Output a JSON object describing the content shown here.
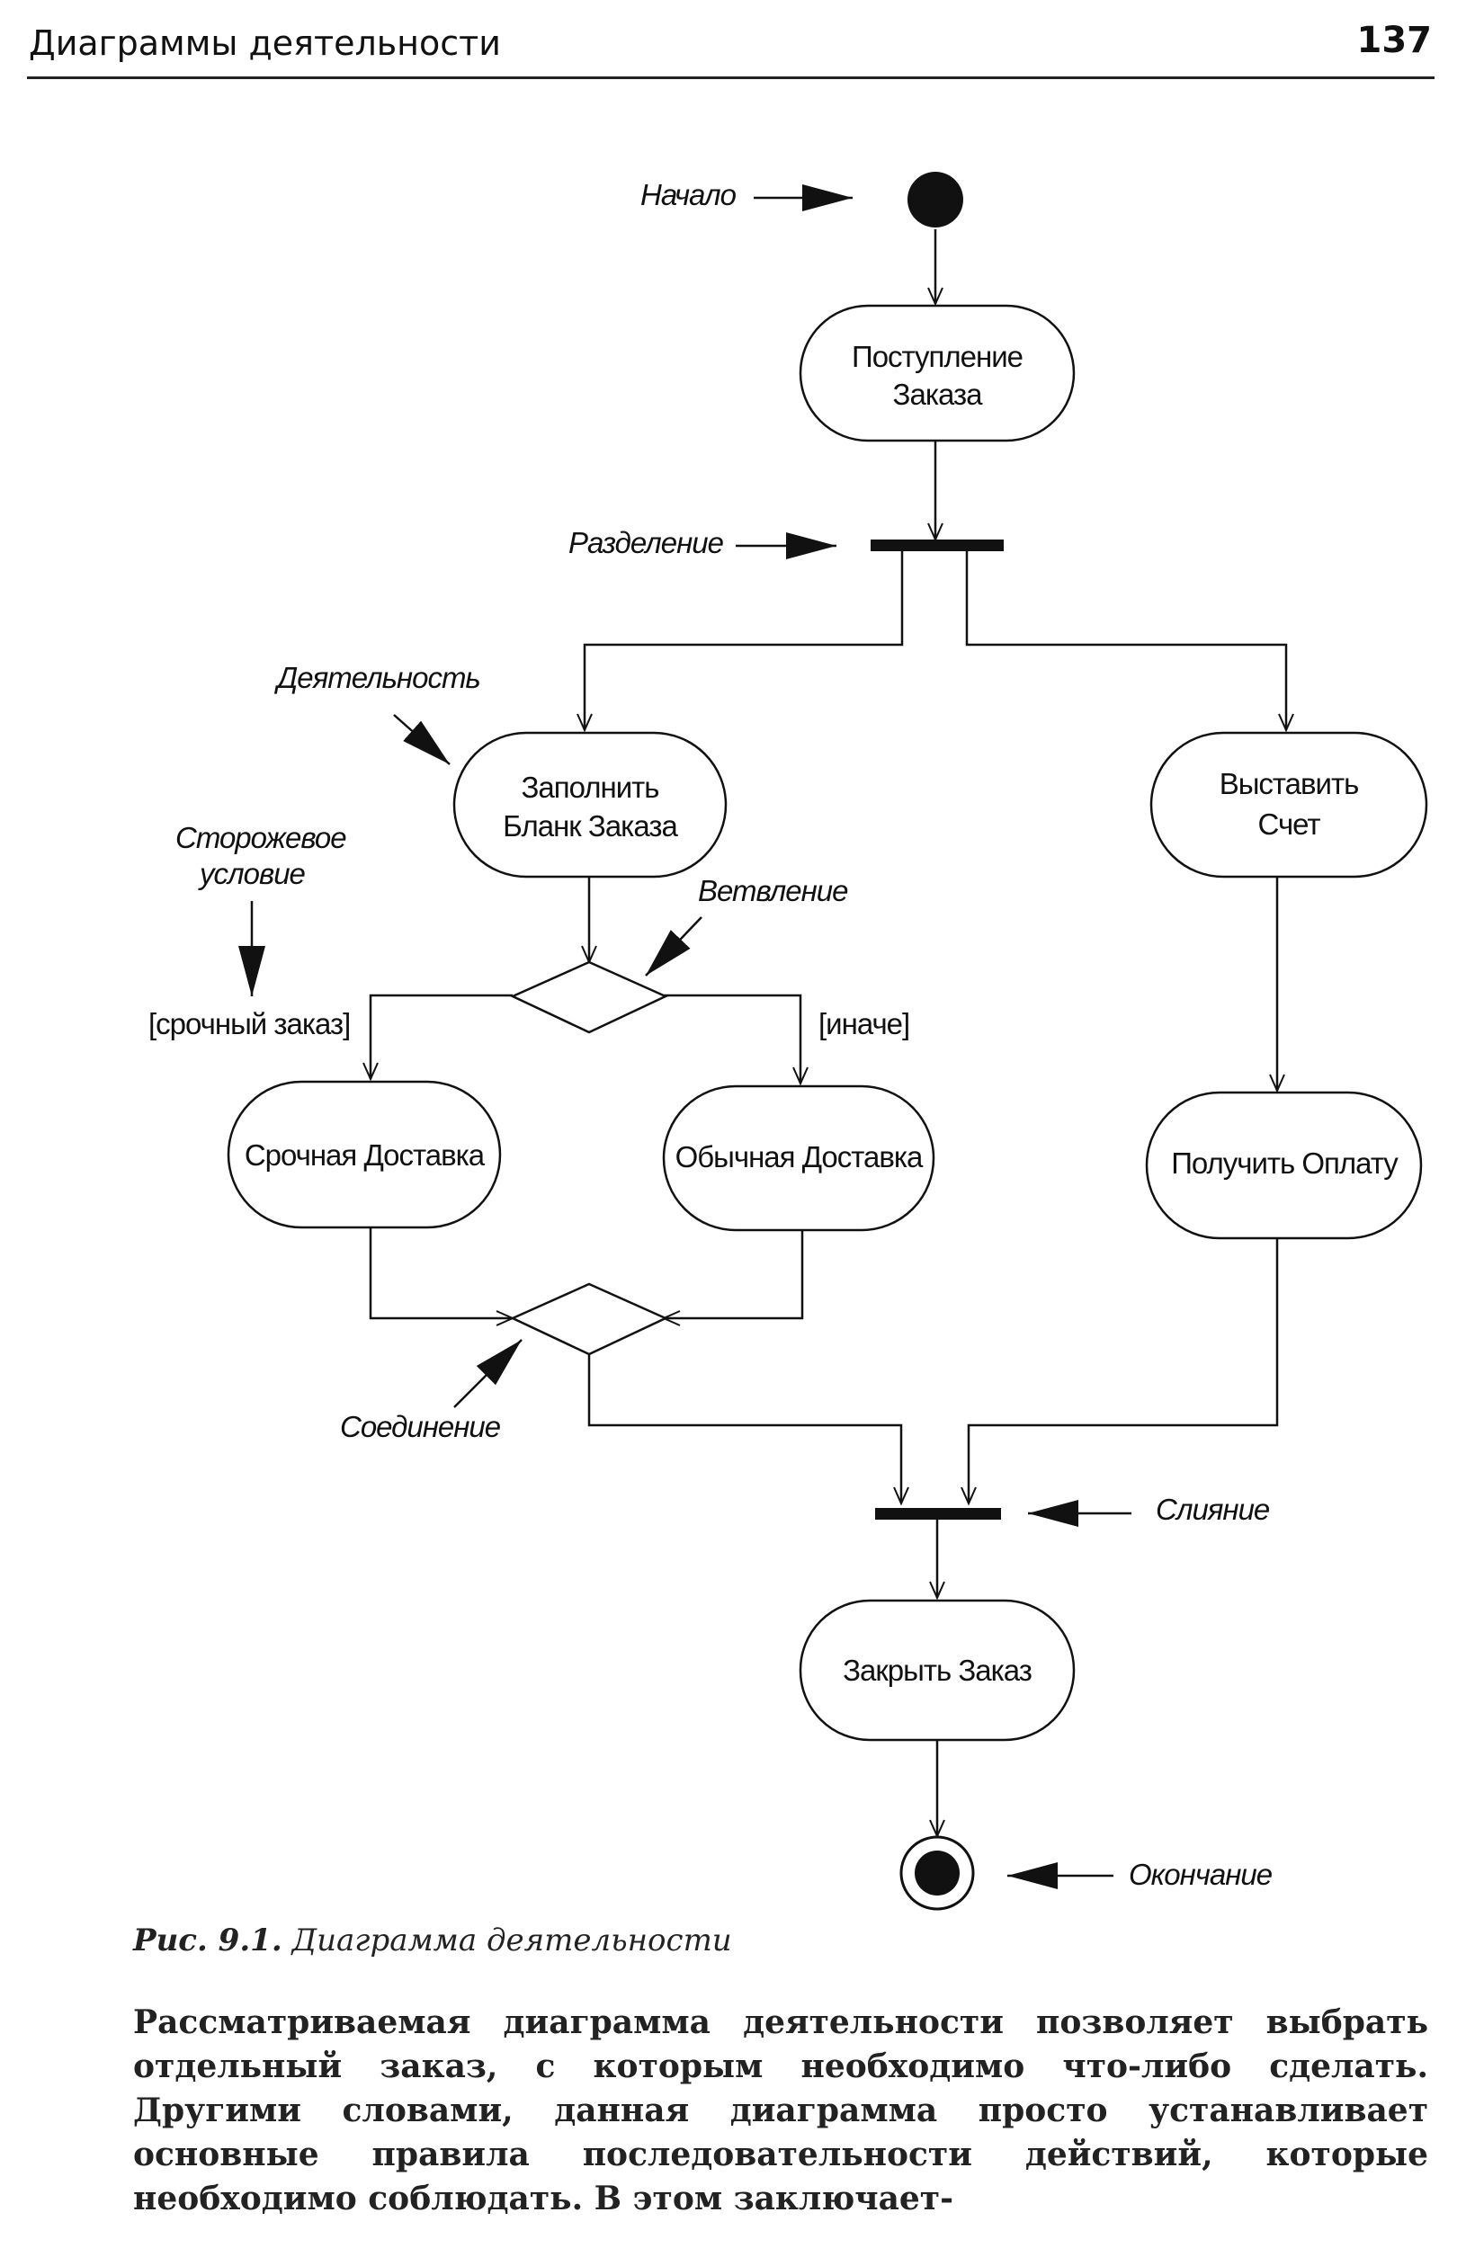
{
  "header": {
    "title": "Диаграммы деятельности",
    "page_number": "137"
  },
  "diagram": {
    "activities": {
      "receive_order_1": "Поступление",
      "receive_order_2": "Заказа",
      "fill_order_1": "Заполнить",
      "fill_order_2": "Бланк Заказа",
      "send_invoice_1": "Выставить",
      "send_invoice_2": "Счет",
      "express_delivery": "Срочная Доставка",
      "regular_delivery": "Обычная Доставка",
      "receive_payment": "Получить Оплату",
      "close_order": "Закрыть Заказ"
    },
    "guards": {
      "express": "[срочный заказ]",
      "otherwise": "[иначе]"
    },
    "annotations": {
      "start": "Начало",
      "fork": "Разделение",
      "activity": "Деятельность",
      "guard_1": "Сторожевое",
      "guard_2": "условие",
      "branch": "Ветвление",
      "merge": "Соединение",
      "join": "Слияние",
      "end": "Окончание"
    }
  },
  "caption": {
    "label": "Рис. 9.1.",
    "text": "Диаграмма деятельности"
  },
  "body": {
    "paragraph": "Рассматриваемая диаграмма деятельности позволяет выбрать отдельный заказ, с которым необходимо что-либо сделать. Другими словами, данная диаграмма просто устанавливает основные правила последовательности действий, которые необходимо соблюдать. В этом заключает-"
  }
}
